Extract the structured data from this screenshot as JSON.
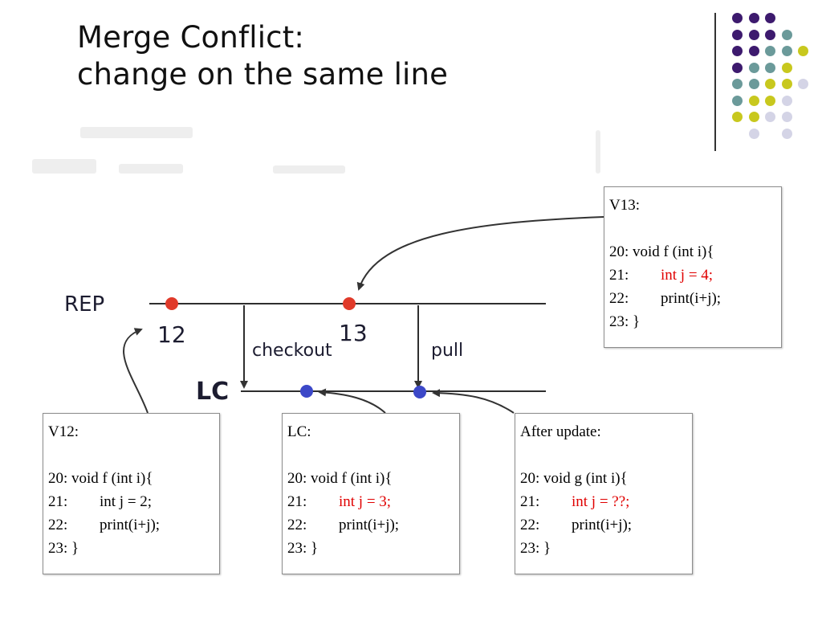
{
  "slide": {
    "title_line1": "Merge Conflict:",
    "title_line2": "change on the same line"
  },
  "theme": {
    "dot_purple": "#3d1a6e",
    "dot_teal": "#6b9a9a",
    "dot_yellow": "#c8c81e",
    "dot_lavender": "#d4d4e6",
    "commit_rep": "#e03a2a",
    "commit_lc": "#3c48c8",
    "highlight": "#e00000"
  },
  "diagram": {
    "rep_label": "REP",
    "lc_label": "LC",
    "rep_commit_a": "12",
    "rep_commit_b": "13",
    "checkout_label": "checkout",
    "pull_label": "pull"
  },
  "boxes": {
    "v13": {
      "header": "V13:",
      "lines": [
        {
          "num": "20:",
          "code": "void f (int i){",
          "changed": false,
          "indent": false
        },
        {
          "num": "21:",
          "code": "int j = 4;",
          "changed": true,
          "indent": true
        },
        {
          "num": "22:",
          "code": "print(i+j);",
          "changed": false,
          "indent": true
        },
        {
          "num": "23:",
          "code": "}",
          "changed": false,
          "indent": false
        }
      ]
    },
    "v12": {
      "header": "V12:",
      "lines": [
        {
          "num": "20:",
          "code": "void f (int i){",
          "changed": false,
          "indent": false
        },
        {
          "num": "21:",
          "code": "int j = 2;",
          "changed": false,
          "indent": true
        },
        {
          "num": "22:",
          "code": "print(i+j);",
          "changed": false,
          "indent": true
        },
        {
          "num": "23:",
          "code": "}",
          "changed": false,
          "indent": false
        }
      ]
    },
    "lc": {
      "header": "LC:",
      "lines": [
        {
          "num": "20:",
          "code": "void f (int i){",
          "changed": false,
          "indent": false
        },
        {
          "num": "21:",
          "code": "int j = 3;",
          "changed": true,
          "indent": true
        },
        {
          "num": "22:",
          "code": "print(i+j);",
          "changed": false,
          "indent": true
        },
        {
          "num": "23:",
          "code": "}",
          "changed": false,
          "indent": false
        }
      ]
    },
    "after": {
      "header": "After update:",
      "lines": [
        {
          "num": "20:",
          "code": "void g (int i){",
          "changed": false,
          "indent": false
        },
        {
          "num": "21:",
          "code": "int j = ??;",
          "changed": true,
          "indent": true
        },
        {
          "num": "22:",
          "code": "print(i+j);",
          "changed": false,
          "indent": true
        },
        {
          "num": "23:",
          "code": "}",
          "changed": false,
          "indent": false
        }
      ]
    }
  }
}
